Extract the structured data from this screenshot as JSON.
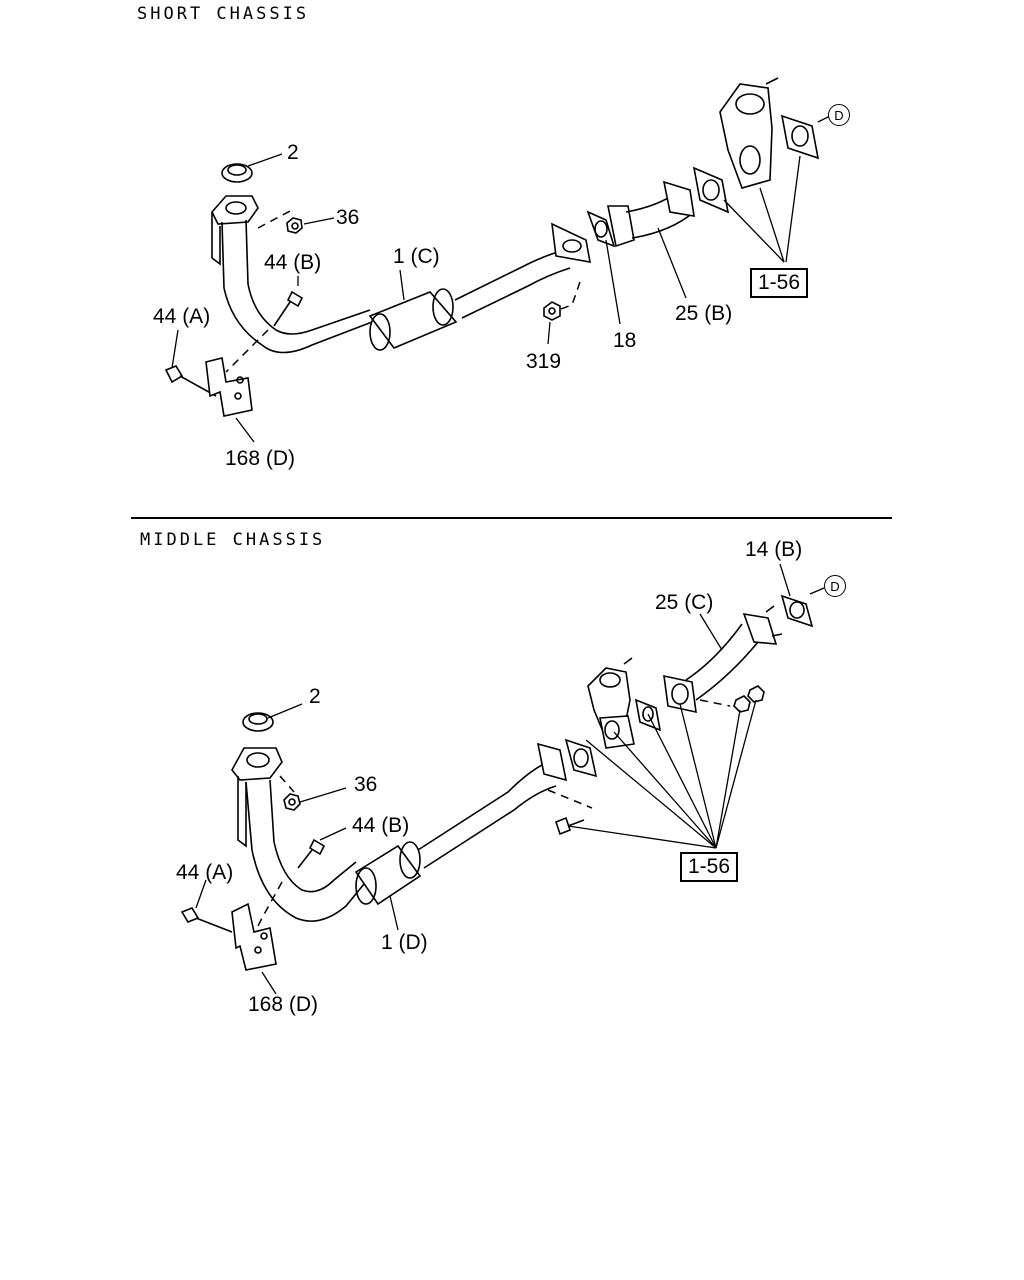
{
  "sections": [
    {
      "title": "SHORT CHASSIS",
      "callouts": [
        "2",
        "36",
        "44 (B)",
        "44 (A)",
        "1 (C)",
        "319",
        "18",
        "25 (B)",
        "168 (D)"
      ],
      "ref_box": "1-56",
      "circle_ref": "D"
    },
    {
      "title": "MIDDLE CHASSIS",
      "callouts": [
        "14 (B)",
        "25 (C)",
        "2",
        "36",
        "44 (B)",
        "44 (A)",
        "1 (D)",
        "168 (D)"
      ],
      "ref_box": "1-56",
      "circle_ref": "D"
    }
  ]
}
